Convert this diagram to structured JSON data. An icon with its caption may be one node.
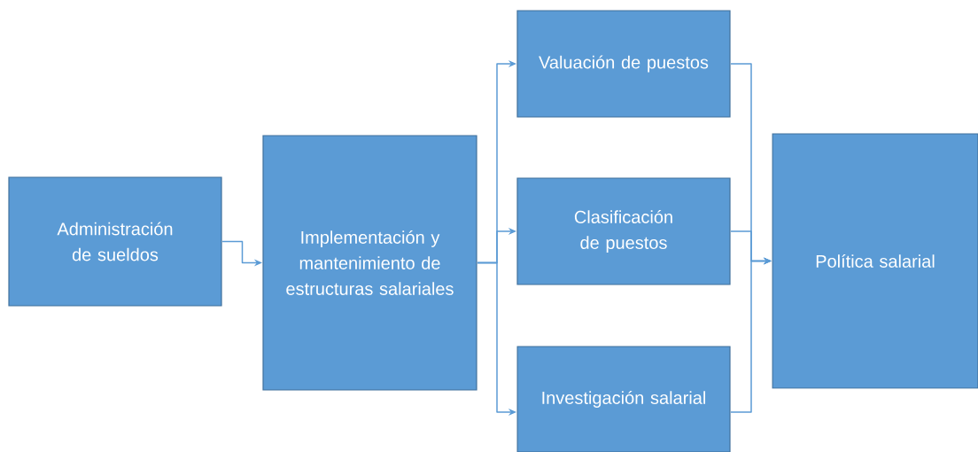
{
  "diagram": {
    "nodes": [
      {
        "text": [
          "Administración de sueldos"
        ]
      },
      {
        "text": [
          "Implementación y mantenimiento de estructuras salariales"
        ]
      },
      {
        "text": [
          "Valuación de puestos"
        ]
      },
      {
        "text": [
          "Clasificación de puestos"
        ]
      },
      {
        "text": [
          "Investigación salarial"
        ]
      },
      {
        "text": [
          "Política salarial"
        ]
      }
    ],
    "edges": [
      {
        "from": 0,
        "to": 1,
        "arrow": "to"
      },
      {
        "from": 1,
        "to": 2,
        "arrow": "to"
      },
      {
        "from": 1,
        "to": 3,
        "arrow": "to"
      },
      {
        "from": 1,
        "to": 4,
        "arrow": "to"
      },
      {
        "from": 2,
        "to": 5,
        "arrow": "to"
      },
      {
        "from": 3,
        "to": 5,
        "arrow": "to"
      },
      {
        "from": 4,
        "to": 5,
        "arrow": "to"
      }
    ]
  }
}
